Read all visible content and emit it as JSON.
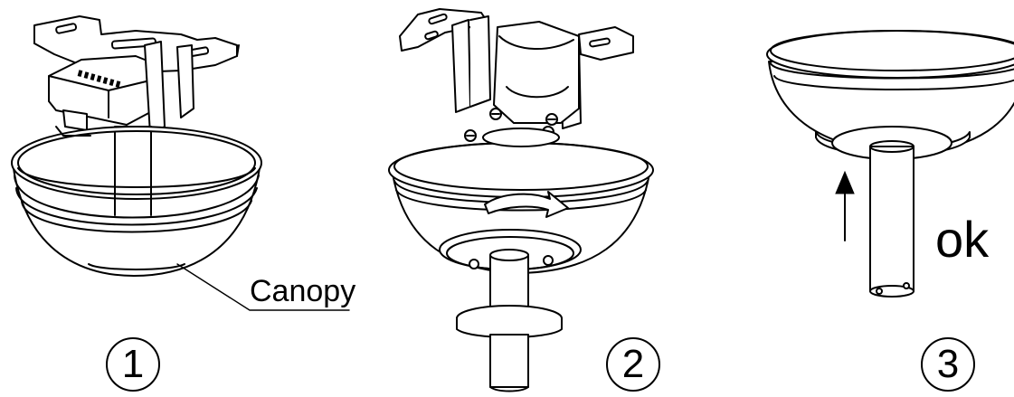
{
  "labels": {
    "canopy": "Canopy",
    "ok": "ok"
  },
  "steps": [
    "1",
    "2",
    "3"
  ]
}
